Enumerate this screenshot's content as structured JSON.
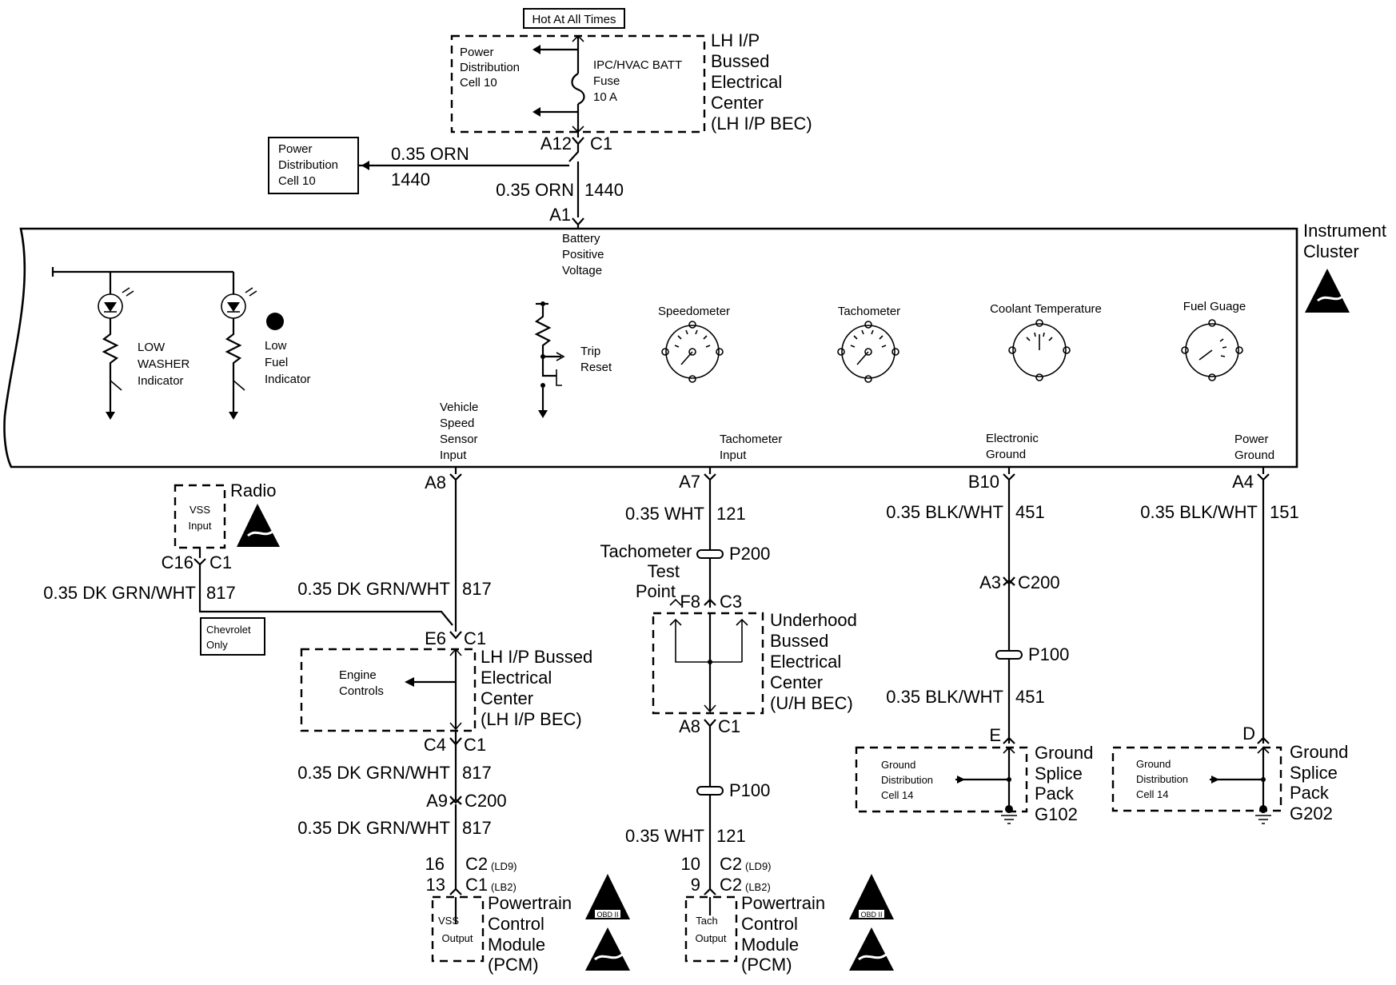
{
  "top": {
    "hot_label": "Hot At All Times",
    "bec_title": [
      "LH I/P",
      "Bussed",
      "Electrical",
      "Center",
      "(LH I/P BEC)"
    ],
    "pdc_in": [
      "Power",
      "Distribution",
      "Cell 10"
    ],
    "fuse": [
      "IPC/HVAC BATT",
      "Fuse",
      "10 A"
    ],
    "conn_a12": "A12",
    "conn_c1": "C1",
    "pd_box": [
      "Power",
      "Distribution",
      "Cell 10"
    ],
    "wire_left_top": "0.35 ORN",
    "wire_left_bot": "1440",
    "wire_main": "0.35 ORN",
    "wire_main_num": "1440",
    "conn_a1": "A1"
  },
  "cluster": {
    "title": [
      "Instrument",
      "Cluster"
    ],
    "battery_label": [
      "Battery",
      "Positive",
      "Voltage"
    ],
    "low_washer": [
      "LOW",
      "WASHER",
      "Indicator"
    ],
    "low_fuel": [
      "Low",
      "Fuel",
      "Indicator"
    ],
    "trip_reset": [
      "Trip",
      "Reset"
    ],
    "gauges": [
      "Speedometer",
      "Tachometer",
      "Coolant Temperature",
      "Fuel Guage"
    ],
    "vss_input": [
      "Vehicle",
      "Speed",
      "Sensor",
      "Input"
    ],
    "tach_input": [
      "Tachometer",
      "Input"
    ],
    "elec_ground": [
      "Electronic",
      "Ground"
    ],
    "power_ground": [
      "Power",
      "Ground"
    ]
  },
  "radio": {
    "label": "Radio",
    "box": [
      "VSS",
      "Input"
    ],
    "conn_c16": "C16",
    "conn_c1": "C1",
    "wire": "0.35 DK GRN/WHT",
    "wire_num": "817",
    "chev": [
      "Chevrolet",
      "Only"
    ]
  },
  "vss_path": {
    "conn_a8": "A8",
    "wire1": "0.35 DK GRN/WHT",
    "wire1_num": "817",
    "conn_e6": "E6",
    "conn_e6_c": "C1",
    "engine": [
      "Engine",
      "Controls"
    ],
    "bec": [
      "LH I/P Bussed",
      "Electrical",
      "Center",
      "(LH I/P BEC)"
    ],
    "conn_c4": "C4",
    "conn_c4_c": "C1",
    "wire2": "0.35 DK GRN/WHT",
    "wire2_num": "817",
    "conn_a9": "A9",
    "conn_c200": "C200",
    "wire3": "0.35 DK GRN/WHT",
    "wire3_num": "817",
    "pin16": "16",
    "pin13": "13",
    "c2": "C2",
    "c2_sub": "(LD9)",
    "c1": "C1",
    "c1_sub": "(LB2)",
    "pcm_box": [
      "VSS",
      "Output"
    ],
    "pcm": [
      "Powertrain",
      "Control",
      "Module",
      "(PCM)"
    ],
    "obd": "OBD II"
  },
  "tach_path": {
    "conn_a7": "A7",
    "wire1": "0.35 WHT",
    "wire1_num": "121",
    "p200": "P200",
    "test_point": [
      "Tachometer",
      "Test",
      "Point"
    ],
    "conn_f8": "F8",
    "conn_c3": "C3",
    "bec": [
      "Underhood",
      "Bussed",
      "Electrical",
      "Center",
      "(U/H BEC)"
    ],
    "conn_a8": "A8",
    "conn_a8_c": "C1",
    "p100": "P100",
    "wire2": "0.35 WHT",
    "wire2_num": "121",
    "pin10": "10",
    "pin9": "9",
    "c2a": "C2",
    "c2a_sub": "(LD9)",
    "c2b": "C2",
    "c2b_sub": "(LB2)",
    "pcm_box": [
      "Tach",
      "Output"
    ],
    "pcm": [
      "Powertrain",
      "Control",
      "Module",
      "(PCM)"
    ],
    "obd": "OBD II"
  },
  "eground_path": {
    "conn_b10": "B10",
    "wire1": "0.35 BLK/WHT",
    "wire1_num": "451",
    "conn_a3": "A3",
    "conn_c200": "C200",
    "p100": "P100",
    "wire2": "0.35 BLK/WHT",
    "wire2_num": "451",
    "conn_e": "E",
    "gd_box": [
      "Ground",
      "Distribution",
      "Cell 14"
    ],
    "splice": [
      "Ground",
      "Splice",
      "Pack",
      "G102"
    ]
  },
  "pground_path": {
    "conn_a4": "A4",
    "wire1": "0.35 BLK/WHT",
    "wire1_num": "151",
    "conn_d": "D",
    "gd_box": [
      "Ground",
      "Distribution",
      "Cell 14"
    ],
    "splice": [
      "Ground",
      "Splice",
      "Pack",
      "G202"
    ]
  }
}
